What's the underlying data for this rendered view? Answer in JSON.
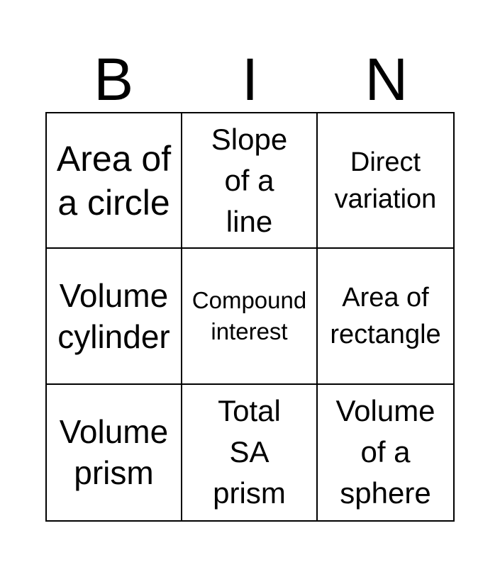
{
  "header": {
    "letters": [
      "B",
      "I",
      "N"
    ]
  },
  "board": {
    "cells": [
      "Area of\na circle",
      "Slope\nof a\nline",
      "Direct\nvariation",
      "Volume\ncylinder",
      "Compound\ninterest",
      "Area of\nrectangle",
      "Volume\nprism",
      "Total\nSA\nprism",
      "Volume\nof a\nsphere"
    ]
  }
}
